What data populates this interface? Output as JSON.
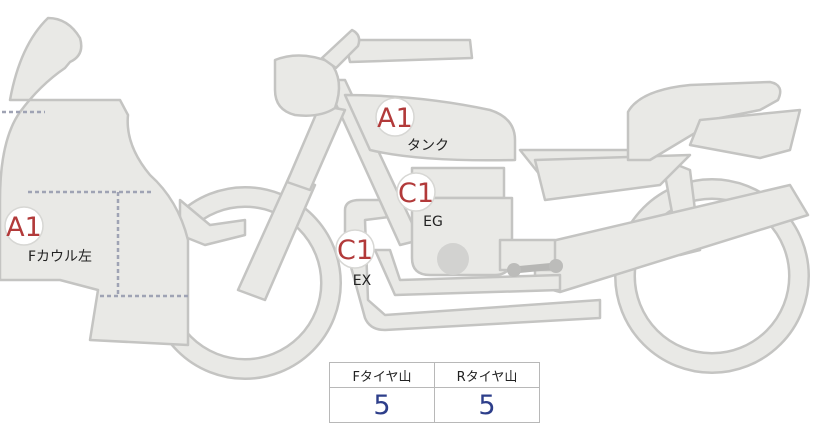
{
  "parts": [
    {
      "id": "tank",
      "grade": "A1",
      "label": "タンク"
    },
    {
      "id": "engine",
      "grade": "C1",
      "label": "EG"
    },
    {
      "id": "exhaust",
      "grade": "C1",
      "label": "EX"
    },
    {
      "id": "front-cowl-left",
      "grade": "A1",
      "label": "Fカウル左"
    }
  ],
  "tread": {
    "headers": [
      "Fタイヤ山",
      "Rタイヤ山"
    ],
    "values": [
      "5",
      "5"
    ]
  },
  "colors": {
    "grade_text": "#b23a3a",
    "tread_value": "#2d3e8a",
    "body_fill": "#e9e9e6",
    "body_stroke": "#c4c4c2"
  }
}
